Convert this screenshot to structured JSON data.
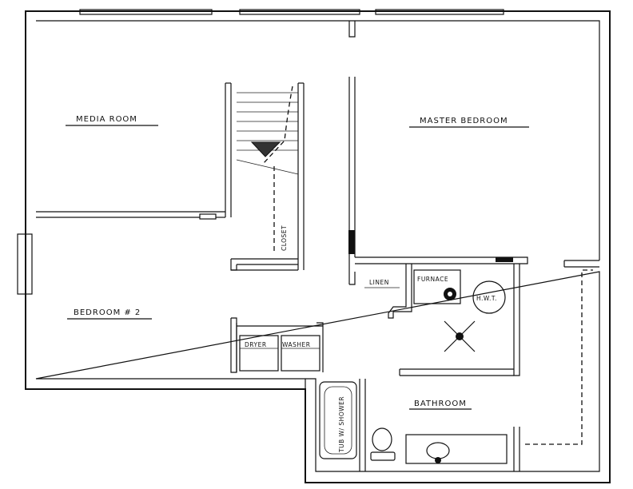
{
  "rooms": {
    "media_room": "MEDIA  ROOM",
    "master_bedroom": "MASTER  BEDROOM",
    "bedroom_2": "BEDROOM # 2",
    "bathroom": "BATHROOM",
    "closet": "CLOSET",
    "linen": "LINEN",
    "furnace": "FURNACE",
    "hwt": "H.W.T.",
    "dryer": "DRYER",
    "washer": "WASHER",
    "tub_shower": "TUB W/ SHOWER"
  }
}
